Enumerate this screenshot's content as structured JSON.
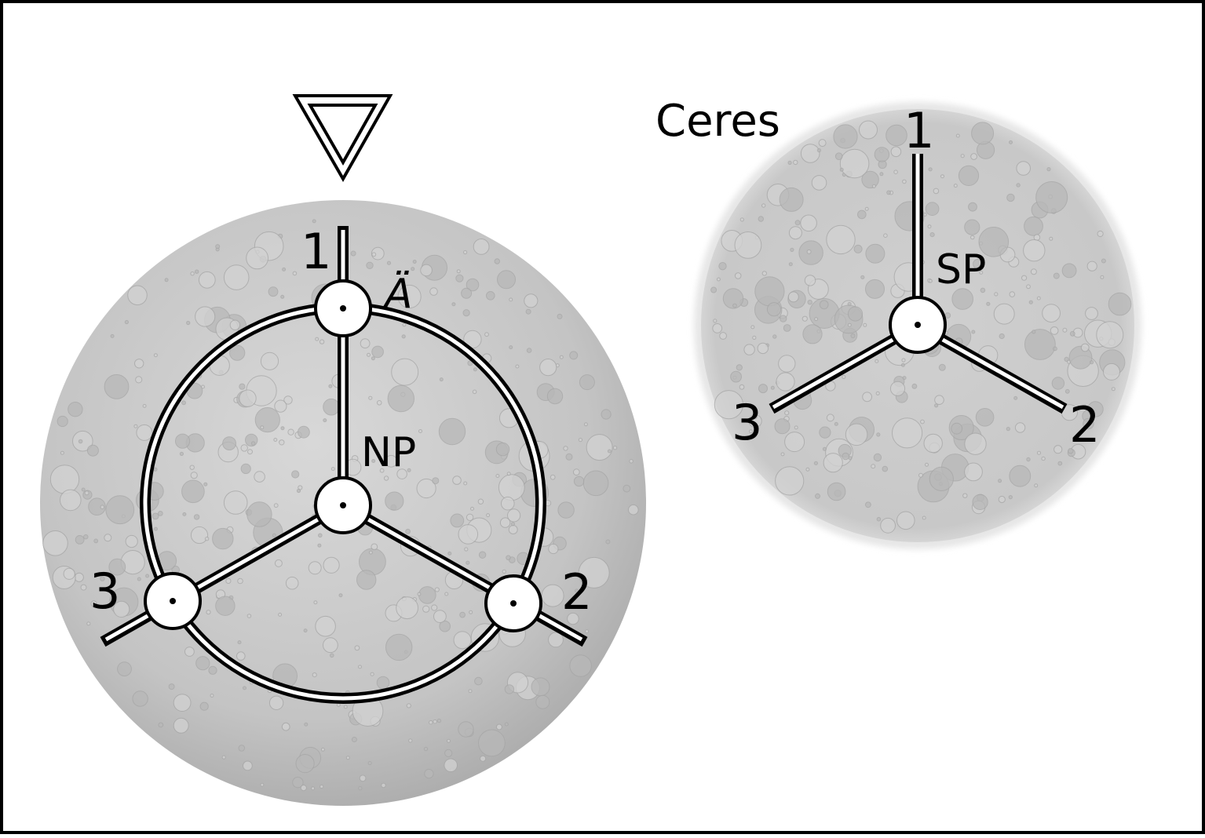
{
  "colors": {
    "frame": "#000000",
    "background": "#ffffff",
    "globe_light": "#dcdcdc",
    "globe_dark": "#9a9a9a",
    "node_fill": "#ffffff",
    "line": "#000000"
  },
  "symbol": {
    "name": "double-triangle-icon"
  },
  "left_globe": {
    "pole_label": "NP",
    "accent_label": "Ä",
    "axis_labels": [
      "1",
      "2",
      "3"
    ]
  },
  "right_globe": {
    "title": "Ceres",
    "pole_label": "SP",
    "axis_labels": [
      "1",
      "2",
      "3"
    ]
  }
}
